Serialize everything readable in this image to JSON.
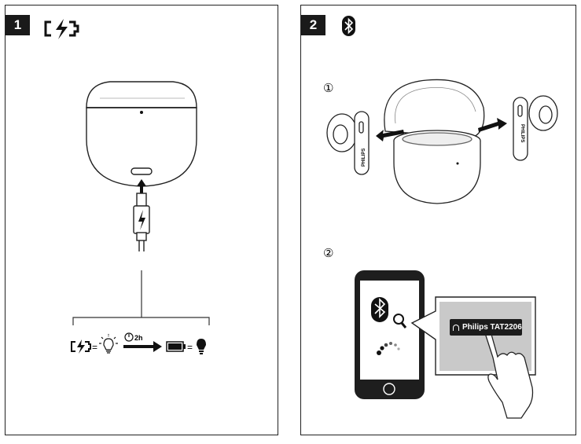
{
  "panel1": {
    "step_number": "1",
    "charging_icon": "charging-icon",
    "legend": {
      "charging_symbol": "charging-icon",
      "equals": "=",
      "charging_led": "led-blinking-icon",
      "timer_icon": "clock-icon",
      "duration": "2h",
      "full_battery": "battery-full-icon",
      "full_led": "led-solid-icon"
    }
  },
  "panel2": {
    "step_number": "2",
    "bluetooth_icon": "bluetooth-icon",
    "substep1_marker": "①",
    "substep2_marker": "②",
    "brand_text": "PHILIPS",
    "device_name": "Philips TAT2206"
  },
  "colors": {
    "badge": "#1a1a1a",
    "line": "#222222",
    "popup_bg": "#c9c9c9",
    "device_label_bg": "#1c1c1c"
  }
}
